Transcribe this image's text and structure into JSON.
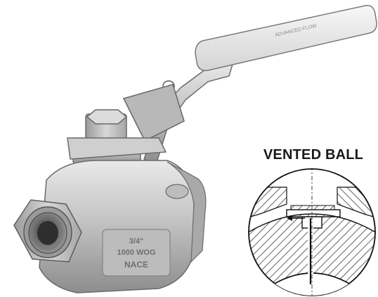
{
  "photo": {
    "body_marking_lines": [
      "3/4\"",
      "1000 WOG",
      "NACE"
    ],
    "handle_marking": "ADVANCED FLOW"
  },
  "diagram": {
    "title": "VENTED BALL"
  }
}
